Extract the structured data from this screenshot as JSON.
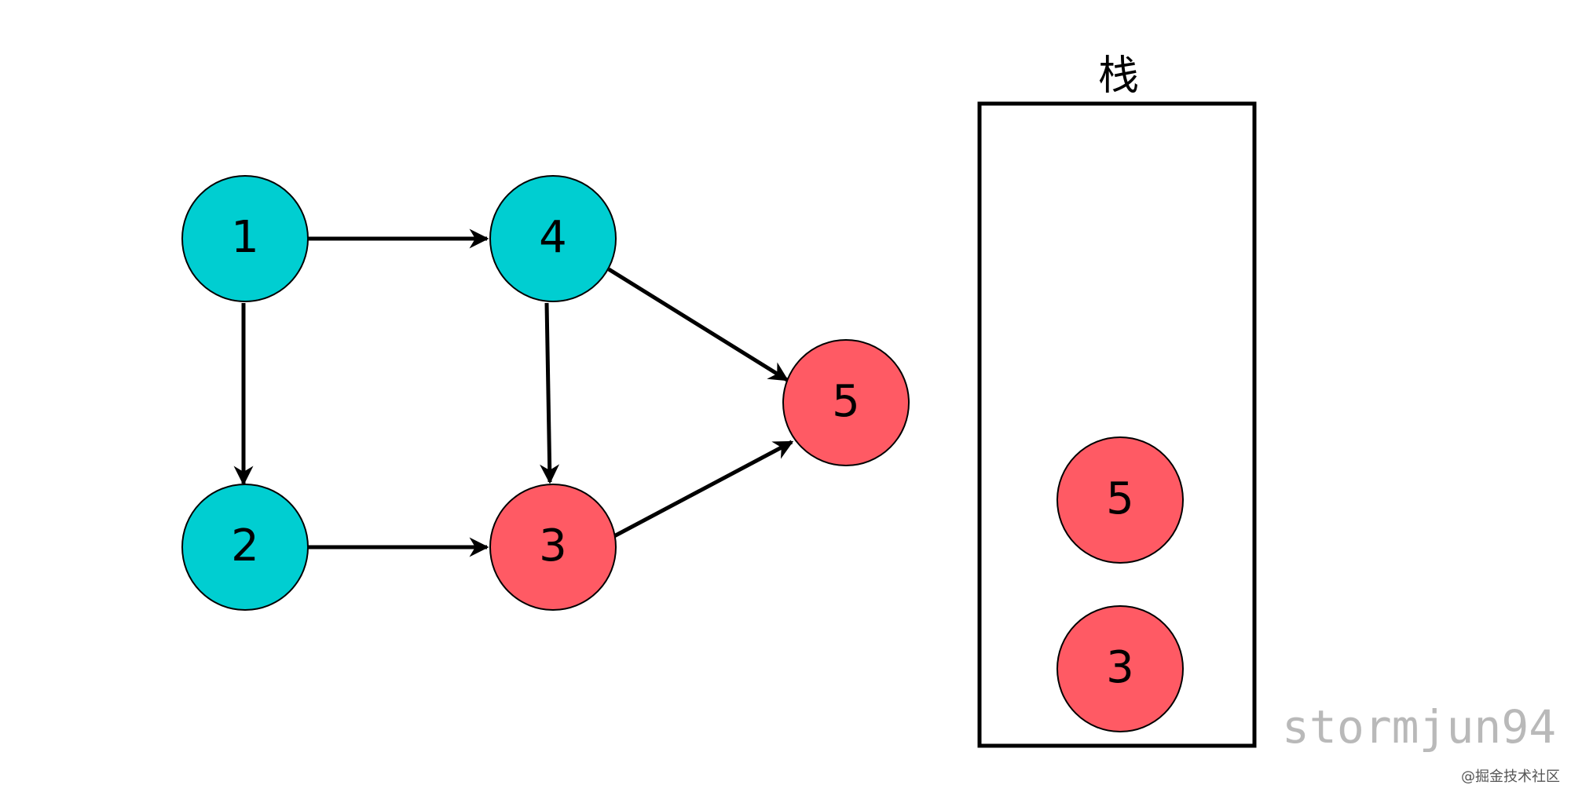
{
  "colors": {
    "visited": "#00CED1",
    "on_stack": "#FF5A64",
    "stroke": "#000000"
  },
  "graph": {
    "nodes": [
      {
        "id": "1",
        "label": "1",
        "state": "visited"
      },
      {
        "id": "4",
        "label": "4",
        "state": "visited"
      },
      {
        "id": "2",
        "label": "2",
        "state": "visited"
      },
      {
        "id": "3",
        "label": "3",
        "state": "on_stack"
      },
      {
        "id": "5",
        "label": "5",
        "state": "on_stack"
      }
    ],
    "edges": [
      {
        "from": "1",
        "to": "4"
      },
      {
        "from": "1",
        "to": "2"
      },
      {
        "from": "2",
        "to": "3"
      },
      {
        "from": "4",
        "to": "3"
      },
      {
        "from": "4",
        "to": "5"
      },
      {
        "from": "3",
        "to": "5"
      }
    ]
  },
  "stack": {
    "title": "栈",
    "items": [
      "5",
      "3"
    ]
  },
  "watermark": "stormjun94",
  "credit": "@掘金技术社区"
}
